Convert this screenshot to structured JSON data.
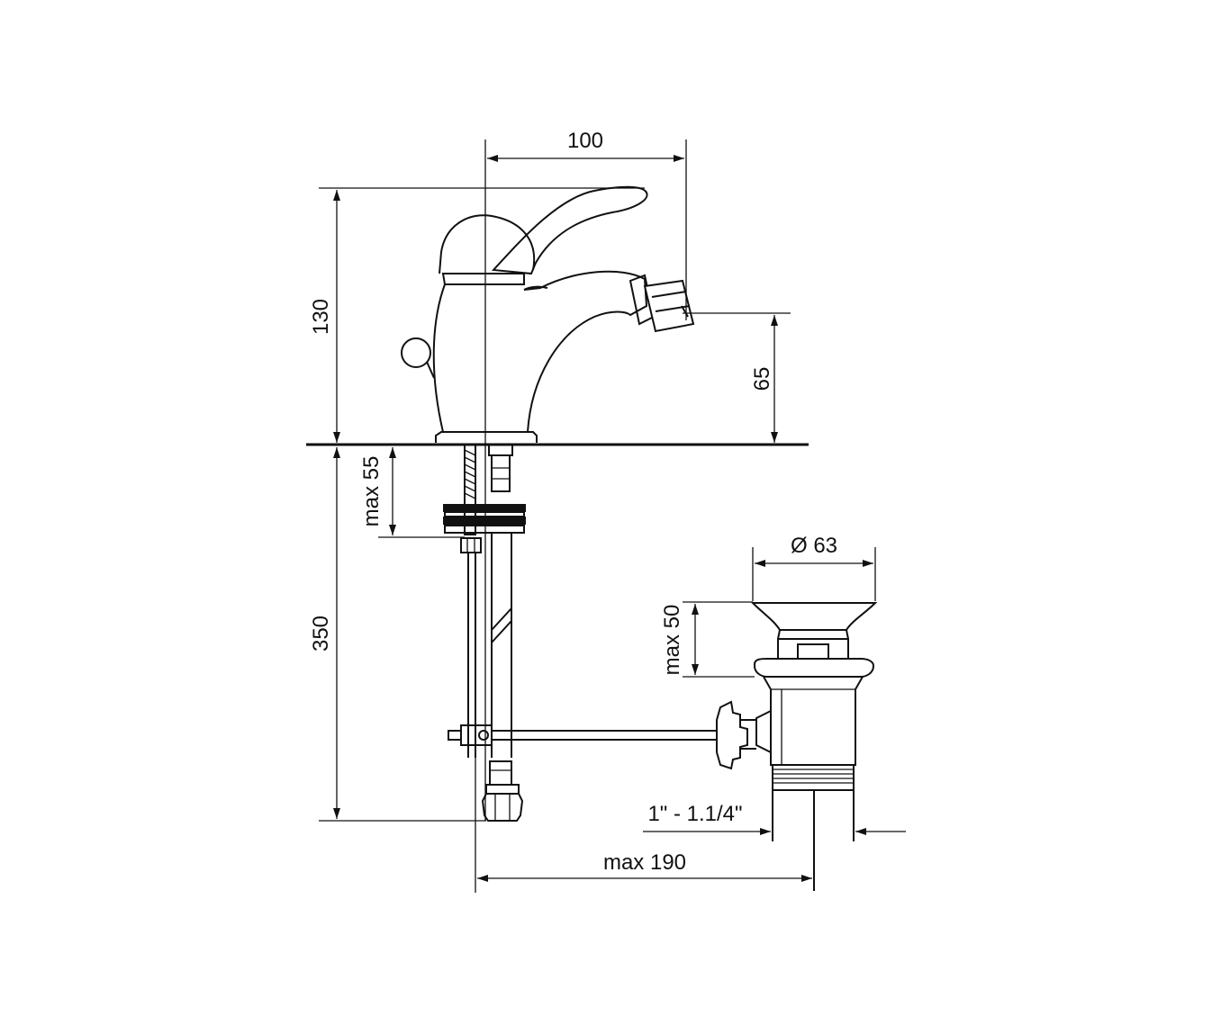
{
  "dimensions": {
    "spout_reach": "100",
    "total_height": "130",
    "spout_height": "65",
    "deck_thickness": "max 55",
    "hose_length": "350",
    "waste_diameter": "Ø 63",
    "waste_height": "max 50",
    "waste_thread": "1\" - 1.1/4\"",
    "rod_reach": "max 190"
  },
  "colors": {
    "line": "#111111",
    "background": "#ffffff"
  }
}
